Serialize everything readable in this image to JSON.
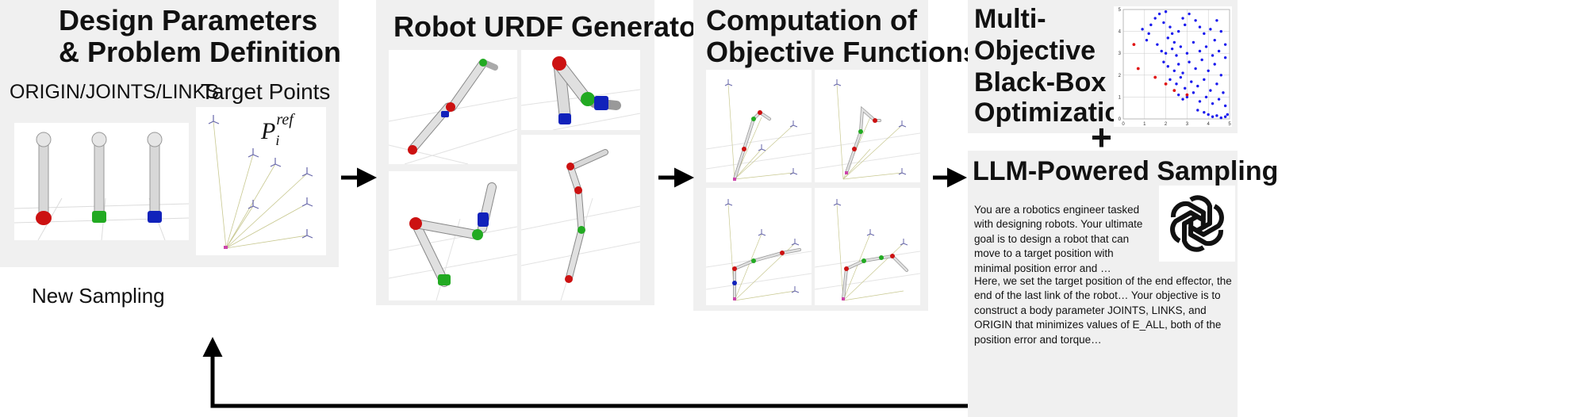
{
  "panels": {
    "design": {
      "title_line1": "Design Parameters",
      "title_line2": "& Problem Definition",
      "label_origin": "ORIGIN/JOINTS/LINKS",
      "label_target": "Target Points",
      "math_base": "P",
      "math_sub": "i",
      "math_sup": "ref"
    },
    "urdf": {
      "title": "Robot URDF Generator"
    },
    "objective": {
      "title_line1": "Computation of",
      "title_line2": "Objective Functions"
    },
    "mobo": {
      "title_line1": "Multi-",
      "title_line2": "Objective",
      "title_line3": "Black-Box",
      "title_line4": "Optimization",
      "plus": "+"
    },
    "llm": {
      "title": "LLM-Powered Sampling",
      "prompt_p1": "You are a robotics engineer tasked with designing robots. Your ultimate goal is to design a robot that can move to a target position with minimal position error and …",
      "prompt_p2": "Here, we set the target position of the end effector, the end of the last link of the robot… Your objective is to construct a body parameter JOINTS, LINKS, and ORIGIN that minimizes values of E_ALL, both of the position error and torque…",
      "logo_icon": "openai-logo-icon"
    }
  },
  "feedback": {
    "label": "New Sampling"
  },
  "colors": {
    "panel_bg": "#f0f0f0",
    "joint_red": "#cc1111",
    "joint_green": "#22aa22",
    "joint_blue": "#1122bb",
    "pareto_red": "#e01010",
    "sample_blue": "#1a1aee",
    "arrow": "#000000"
  },
  "chart_data": {
    "type": "scatter",
    "xlim": [
      0,
      5
    ],
    "ylim": [
      0,
      5
    ],
    "xticks": [
      "0",
      "1",
      "2",
      "3",
      "4",
      "5"
    ],
    "yticks": [
      "0",
      "1",
      "2",
      "3",
      "4",
      "5"
    ],
    "grid": true,
    "series": [
      {
        "color": "#1a1aee",
        "points": [
          [
            0.9,
            4.1
          ],
          [
            1.2,
            3.9
          ],
          [
            1.1,
            3.6
          ],
          [
            1.5,
            4.6
          ],
          [
            1.7,
            4.8
          ],
          [
            1.9,
            4.4
          ],
          [
            2.0,
            4.9
          ],
          [
            2.2,
            4.2
          ],
          [
            2.1,
            3.7
          ],
          [
            2.4,
            3.5
          ],
          [
            2.6,
            4.0
          ],
          [
            2.9,
            4.3
          ],
          [
            3.1,
            4.8
          ],
          [
            3.4,
            4.5
          ],
          [
            3.8,
            3.9
          ],
          [
            4.1,
            4.1
          ],
          [
            4.3,
            3.6
          ],
          [
            4.6,
            4.0
          ],
          [
            4.8,
            3.4
          ],
          [
            1.6,
            3.4
          ],
          [
            1.8,
            3.1
          ],
          [
            2.0,
            3.0
          ],
          [
            2.3,
            3.2
          ],
          [
            2.5,
            2.9
          ],
          [
            2.7,
            3.3
          ],
          [
            3.0,
            3.0
          ],
          [
            3.3,
            3.5
          ],
          [
            3.6,
            3.1
          ],
          [
            3.9,
            3.3
          ],
          [
            4.2,
            2.9
          ],
          [
            4.5,
            3.1
          ],
          [
            4.8,
            2.8
          ],
          [
            1.9,
            2.6
          ],
          [
            2.1,
            2.4
          ],
          [
            2.4,
            2.2
          ],
          [
            2.6,
            2.5
          ],
          [
            2.8,
            2.1
          ],
          [
            3.1,
            2.6
          ],
          [
            3.4,
            2.3
          ],
          [
            3.7,
            2.7
          ],
          [
            4.0,
            2.2
          ],
          [
            4.3,
            2.5
          ],
          [
            4.6,
            2.0
          ],
          [
            2.2,
            1.8
          ],
          [
            2.5,
            1.6
          ],
          [
            2.7,
            1.9
          ],
          [
            2.9,
            1.4
          ],
          [
            3.2,
            1.7
          ],
          [
            3.5,
            1.5
          ],
          [
            3.8,
            1.8
          ],
          [
            4.1,
            1.3
          ],
          [
            4.4,
            1.6
          ],
          [
            4.7,
            1.2
          ],
          [
            2.6,
            1.1
          ],
          [
            2.8,
            0.9
          ],
          [
            3.0,
            1.0
          ],
          [
            3.3,
            1.2
          ],
          [
            3.6,
            0.8
          ],
          [
            3.9,
            1.0
          ],
          [
            4.2,
            0.7
          ],
          [
            4.5,
            0.9
          ],
          [
            4.8,
            0.6
          ],
          [
            3.5,
            0.4
          ],
          [
            3.8,
            0.3
          ],
          [
            4.0,
            0.2
          ],
          [
            4.2,
            0.1
          ],
          [
            4.4,
            0.15
          ],
          [
            4.6,
            0.05
          ],
          [
            4.8,
            0.1
          ],
          [
            4.9,
            0.2
          ],
          [
            1.3,
            4.3
          ],
          [
            2.8,
            4.6
          ],
          [
            3.6,
            4.2
          ],
          [
            4.4,
            4.5
          ],
          [
            2.3,
            3.9
          ]
        ]
      },
      {
        "color": "#e01010",
        "points": [
          [
            0.5,
            3.4
          ],
          [
            0.7,
            2.3
          ],
          [
            1.5,
            1.9
          ],
          [
            2.0,
            1.6
          ],
          [
            2.4,
            1.3
          ],
          [
            3.0,
            1.1
          ]
        ]
      }
    ]
  }
}
